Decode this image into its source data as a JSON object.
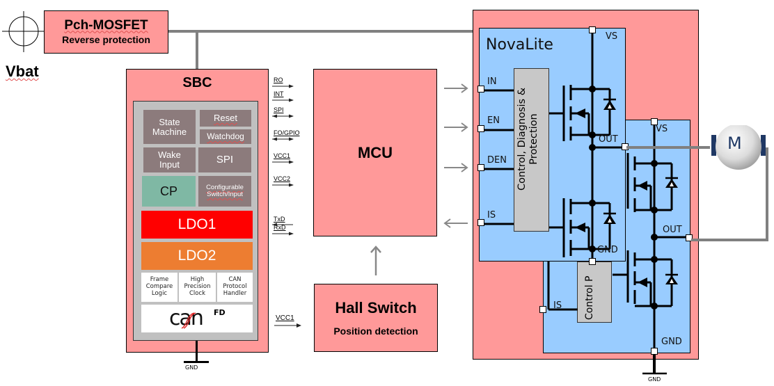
{
  "vbat": {
    "label": "Vbat"
  },
  "mosfet": {
    "title": "Pch-MOSFET",
    "subtitle": "Reverse protection"
  },
  "sbc": {
    "title": "SBC",
    "modules": {
      "state_machine": "State Machine",
      "reset": "Reset",
      "watchdog": "Watchdog",
      "wake_input": "Wake Input",
      "spi": "SPI",
      "cp": "CP",
      "configurable": "Configurable Switch/Input",
      "ldo1": "LDO1",
      "ldo2": "LDO2",
      "frame_compare": "Frame Compare Logic",
      "precision_clock": "High Precision Clock",
      "can_protocol": "CAN Protocol Handler",
      "can_logo": "can",
      "can_fd": "FD"
    },
    "gnd_label": "GND",
    "colors": {
      "ldo1": "#ff0000",
      "ldo2": "#ed7d31",
      "cp": "#7fb8a4",
      "module": "#8c7b7c"
    }
  },
  "signals": [
    {
      "label": "RO",
      "dir": "right"
    },
    {
      "label": "INT",
      "dir": "right"
    },
    {
      "label": "SPI",
      "dir": "both"
    },
    {
      "label": "FO/GPIO",
      "dir": "both"
    },
    {
      "label": "VCC1",
      "dir": "right"
    },
    {
      "label": "VCC2",
      "dir": "right"
    },
    {
      "label": "TxD",
      "dir": "left"
    },
    {
      "label": "RxD",
      "dir": "right"
    }
  ],
  "hall_signal": {
    "label": "VCC1"
  },
  "mcu": {
    "title": "MCU"
  },
  "hall": {
    "title": "Hall Switch",
    "subtitle": "Position detection"
  },
  "novalite": {
    "title": "NovaLite",
    "control_label": "Control, Diagnosis & Protection",
    "pins": {
      "in": "IN",
      "en": "EN",
      "den": "DEN",
      "is": "IS",
      "vs": "VS",
      "out": "OUT",
      "gnd": "GND"
    },
    "second": {
      "control_label": "Control P",
      "pins": {
        "vs": "VS",
        "out": "OUT",
        "is": "IS",
        "gnd": "GND"
      }
    },
    "gnd_label": "GND"
  },
  "motor": {
    "label": "M"
  }
}
